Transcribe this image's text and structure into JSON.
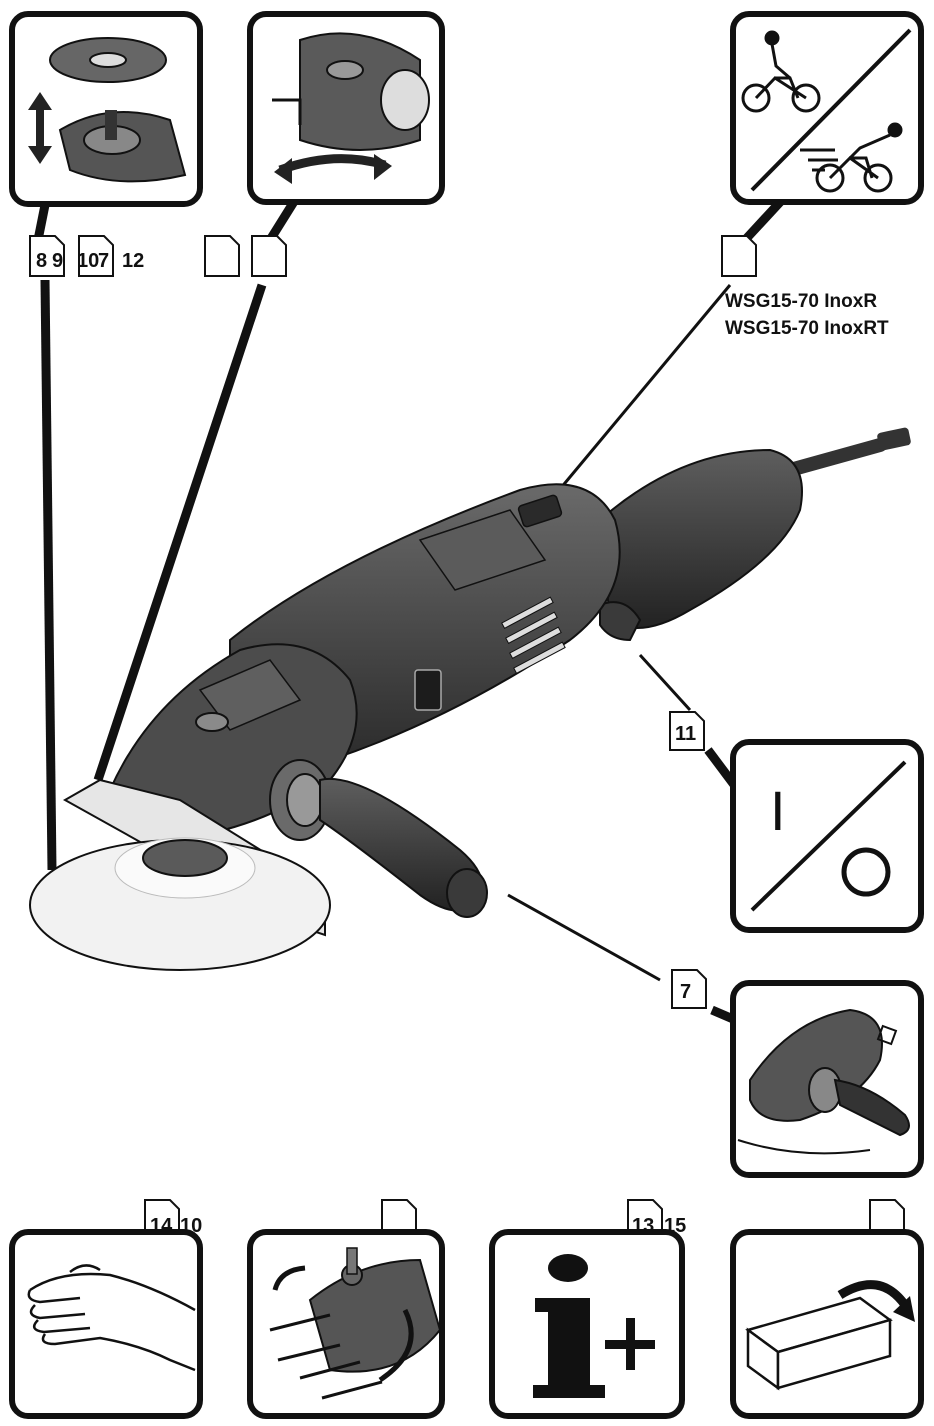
{
  "model_names": [
    "WSG15-70 InoxR",
    "WSG15-70 InoxRT"
  ],
  "page_refs": {
    "wheel_change": [
      "8",
      "9",
      "10",
      "7",
      "12"
    ],
    "guard_adjust": [
      "",
      ""
    ],
    "speed_dial": [
      ""
    ],
    "switch": [
      "11"
    ],
    "handle": [
      "7"
    ],
    "vibration": [
      "14",
      "10"
    ],
    "guard_screws": [
      ""
    ],
    "info": [
      "13",
      "15"
    ],
    "case": [
      ""
    ]
  },
  "icons": {
    "switch_on": "I",
    "switch_off": "O"
  },
  "colors": {
    "outline": "#111111",
    "tool_body": "#4a4a4a",
    "tool_dark": "#2e2e2e",
    "disc": "#eeeeee"
  }
}
